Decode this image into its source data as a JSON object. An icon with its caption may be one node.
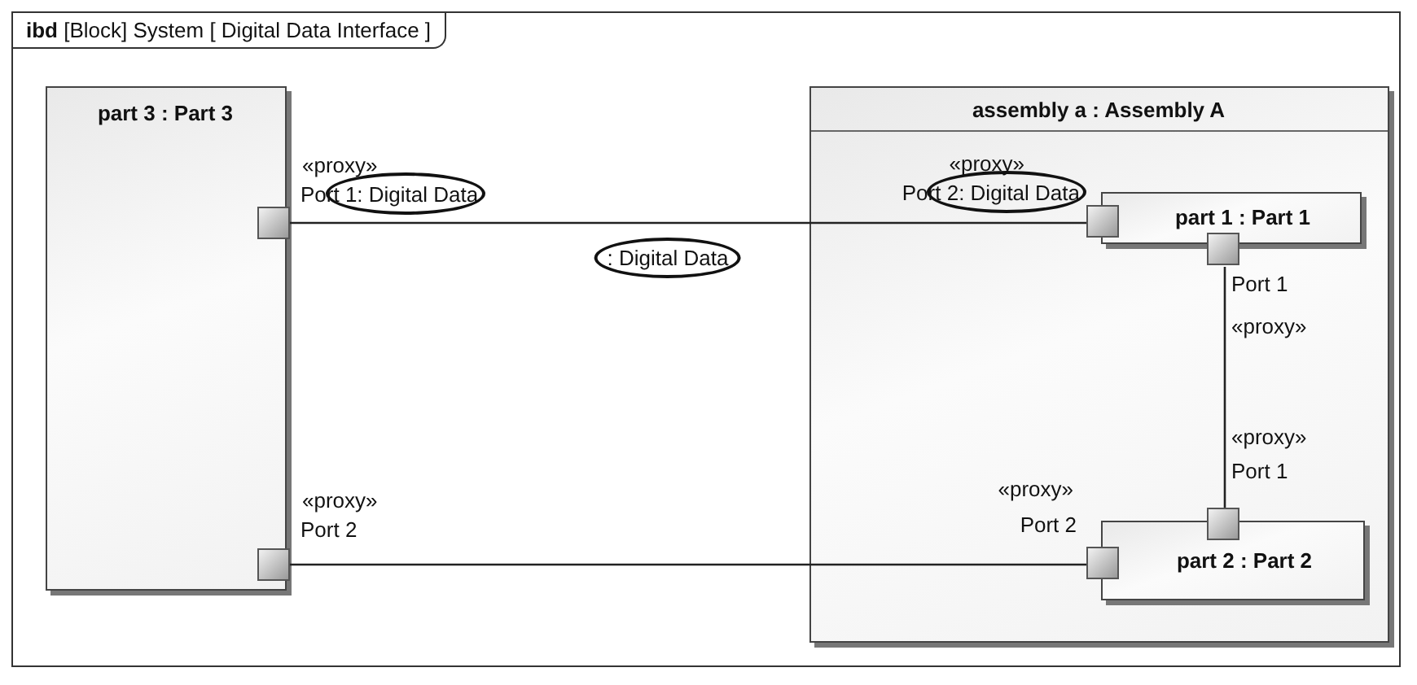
{
  "diagram": {
    "nodes": [
      {
        "text": [
          "**ibd** [Block] System [ Digital Data Interface ]"
        ]
      },
      {
        "text": [
          "part 3 : Part 3"
        ],
        "in": 0
      },
      {
        "text": [],
        "shape": "box",
        "in": 0,
        "beside": [
          "«proxy»",
          "Port 1: Digital Data"
        ]
      },
      {
        "text": [],
        "shape": "box",
        "in": 0,
        "beside": [
          "«proxy»",
          "Port 2"
        ]
      },
      {
        "text": [
          "assembly a : Assembly A"
        ],
        "in": 0
      },
      {
        "text": [
          "part 1 : Part 1"
        ],
        "in": 4
      },
      {
        "text": [],
        "shape": "box",
        "in": 4,
        "beside": [
          "«proxy»",
          "Port 2: Digital Data"
        ]
      },
      {
        "text": [],
        "shape": "box",
        "in": 4,
        "beside": [
          "Port 1",
          "«proxy»"
        ]
      },
      {
        "text": [
          "part 2 : Part 2"
        ],
        "in": 4
      },
      {
        "text": [],
        "shape": "box",
        "in": 4,
        "beside": [
          "«proxy»",
          "Port 2"
        ]
      },
      {
        "text": [],
        "shape": "box",
        "in": 4,
        "beside": [
          "«proxy»",
          "Port 1"
        ]
      }
    ],
    "edges": [
      {
        "from": 2,
        "to": 6,
        "arrow": "none",
        "label": ": Digital Data"
      },
      {
        "from": 7,
        "to": 10,
        "arrow": "none"
      },
      {
        "from": 3,
        "to": 9,
        "arrow": "none"
      }
    ]
  }
}
